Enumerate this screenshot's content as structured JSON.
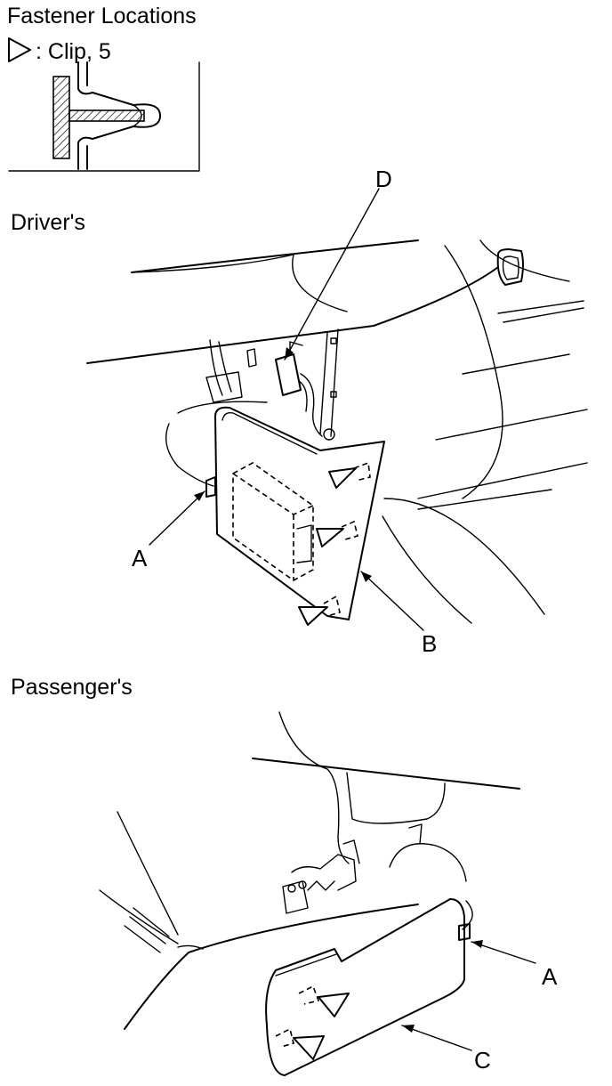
{
  "legend": {
    "title": "Fastener Locations",
    "clip_label": ": Clip, 5"
  },
  "sections": {
    "driver": "Driver's",
    "passenger": "Passenger's"
  },
  "callouts": {
    "A_driver": "A",
    "B": "B",
    "D": "D",
    "A_passenger": "A",
    "C": "C"
  },
  "colors": {
    "line": "#000000",
    "background": "#ffffff"
  }
}
